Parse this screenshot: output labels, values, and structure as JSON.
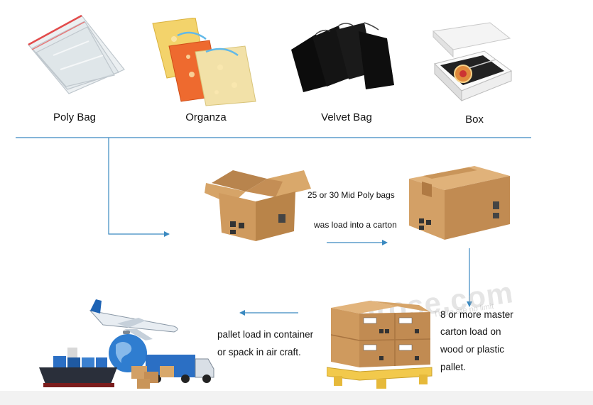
{
  "packaging_options": [
    {
      "label": "Poly Bag",
      "icon": "poly-bag-icon"
    },
    {
      "label": "Organza",
      "icon": "organza-bag-icon"
    },
    {
      "label": "Velvet Bag",
      "icon": "velvet-bag-icon"
    },
    {
      "label": "Box",
      "icon": "gift-box-icon"
    }
  ],
  "steps": {
    "carton_line1": "25 or 30 Mid Poly bags",
    "carton_line2": "was load into a carton",
    "pallet_lines": [
      "8 or more master",
      "carton load on",
      "wood or plastic",
      "pallet."
    ],
    "shipping_lines": [
      "pallet load in container",
      "or spack in air craft."
    ]
  },
  "watermark": {
    "main": "adrose.com",
    "sub": "There are no limit"
  },
  "colors": {
    "line": "#3a89c0",
    "carton": "#c9955a"
  }
}
